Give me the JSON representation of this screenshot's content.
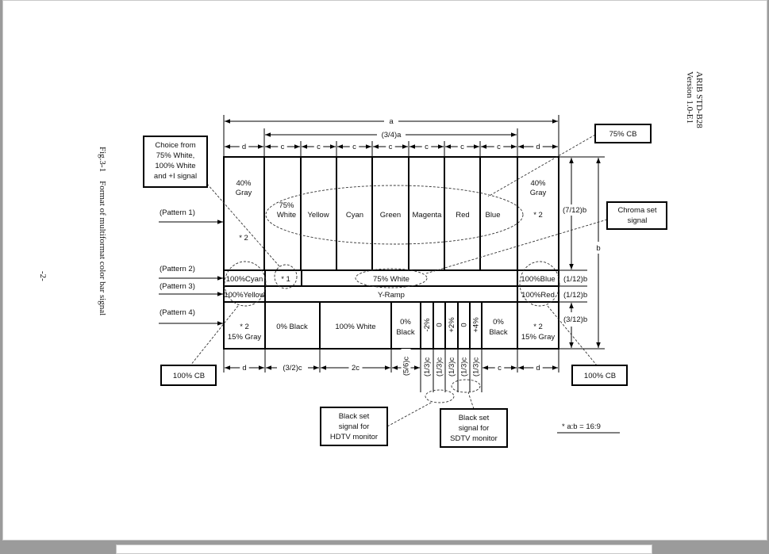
{
  "header": {
    "standard": "ARIB   STD-B28",
    "version": "Version 1.0-E1"
  },
  "caption": "Fig.3-1    Format of multiformat color bar signal",
  "page_number": "-2-",
  "dimensions": {
    "a": "a",
    "three_quarter_a": "(3/4)a",
    "d": "d",
    "c": "c",
    "b": "b",
    "seven_twelfth_b": "(7/12)b",
    "one_twelfth_b": "(1/12)b",
    "three_twelfth_b": "(3/12)b",
    "bottom": [
      "d",
      "(3/2)c",
      "2c",
      "(5/6)c",
      "(1/3)c",
      "(1/3)c",
      "(1/3)c",
      "(1/3)c",
      "(1/3)c",
      "c",
      "d"
    ]
  },
  "patterns": [
    "(Pattern 1)",
    "(Pattern 2)",
    "(Pattern 3)",
    "(Pattern 4)"
  ],
  "pattern1": {
    "left": [
      "40%",
      "Gray",
      "* 2"
    ],
    "bars": [
      [
        "75%",
        "White"
      ],
      [
        "Yellow"
      ],
      [
        "Cyan"
      ],
      [
        "Green"
      ],
      [
        "Magenta"
      ],
      [
        "Red"
      ],
      [
        "Blue"
      ]
    ],
    "right": [
      "40%",
      "Gray",
      "* 2"
    ]
  },
  "pattern2": {
    "left": "100%Cyan",
    "note": "* 1",
    "center": "75% White",
    "right": "100%Blue"
  },
  "pattern3": {
    "left": "100%Yellow",
    "center": "Y-Ramp",
    "right": "100%Red"
  },
  "pattern4": {
    "left": [
      "* 2",
      "15% Gray"
    ],
    "cells": [
      "0% Black",
      "100% White"
    ],
    "black1": [
      "0%",
      "Black"
    ],
    "pluge": [
      "-2%",
      "0",
      "+2%",
      "0",
      "+4%"
    ],
    "black2": [
      "0%",
      "Black"
    ],
    "right": [
      "* 2",
      "15% Gray"
    ]
  },
  "callouts": {
    "choice": [
      "Choice from",
      "75% White,",
      "100% White",
      "and +I signal"
    ],
    "cb75": "75% CB",
    "chroma": [
      "Chroma set",
      "signal"
    ],
    "cb100_left": "100% CB",
    "cb100_right": "100% CB",
    "hdtv": [
      "Black set",
      "signal for",
      "HDTV monitor"
    ],
    "sdtv": [
      "Black set",
      "signal for",
      "SDTV monitor"
    ]
  },
  "note": "* a:b = 16:9"
}
